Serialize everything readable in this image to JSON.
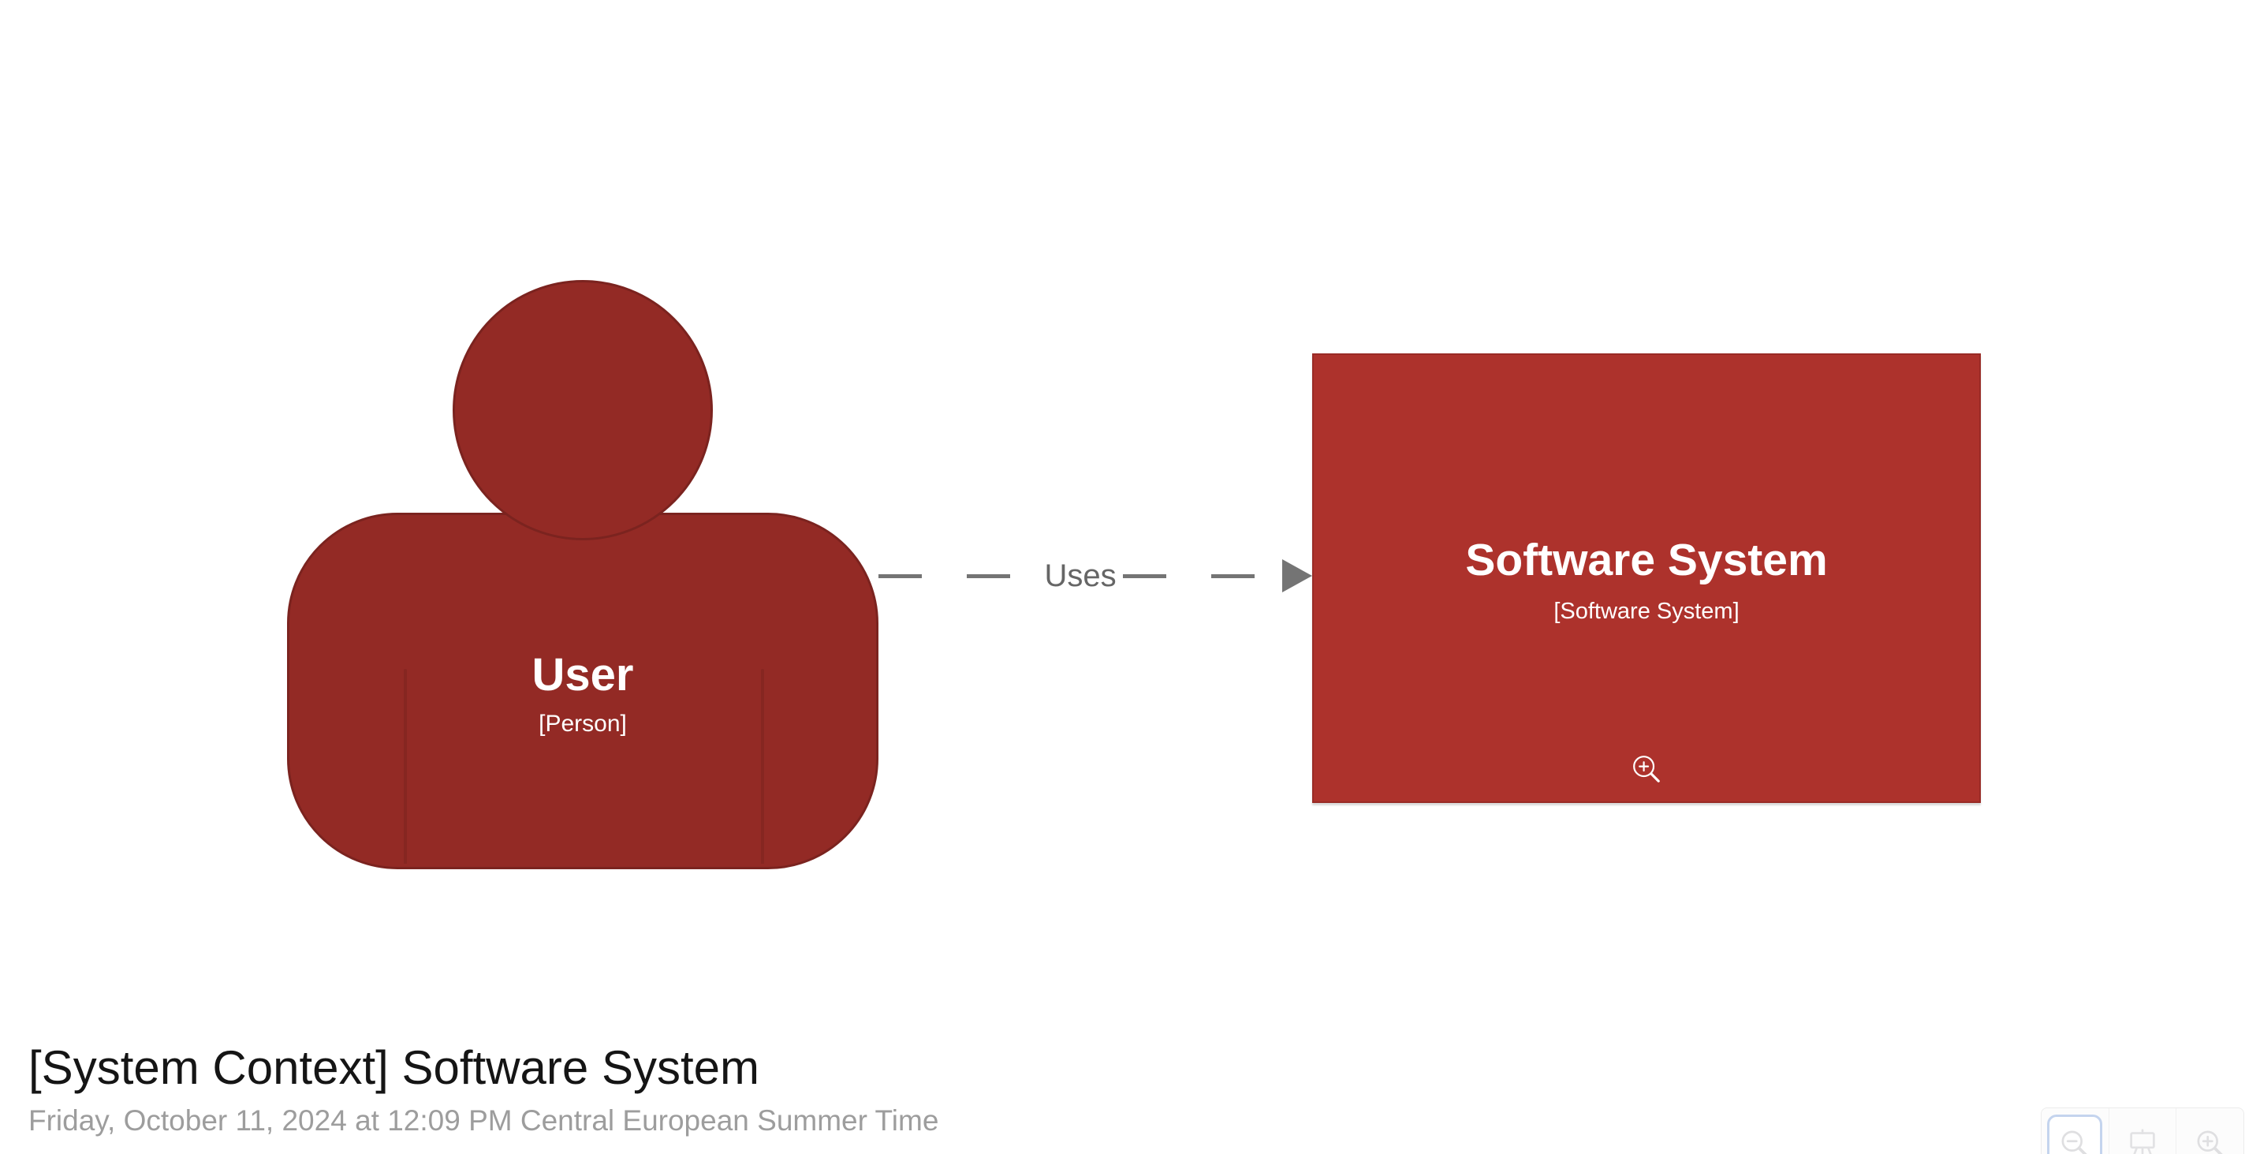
{
  "diagram": {
    "person": {
      "name": "User",
      "type_label": "[Person]"
    },
    "system": {
      "name": "Software System",
      "type_label": "[Software System]"
    },
    "relationship": {
      "label": "Uses"
    },
    "footer": {
      "title": "[System Context] Software System",
      "timestamp": "Friday, October 11, 2024 at 12:09 PM Central European Summer Time"
    },
    "colors": {
      "person_fill": "#932a25",
      "person_border": "#7b231f",
      "system_fill": "#ad322c",
      "system_border": "#992b26",
      "relationship_line": "#747474",
      "relationship_label_text": "#666666",
      "element_text": "#ffffff",
      "title_text": "#151515",
      "timestamp_text": "#9d9d9d",
      "toolbar_icon": "#dfdfe1",
      "toolbar_active_border": "#c4d4ee"
    },
    "icons": {
      "system_zoom": "magnifier-plus-icon",
      "toolbar": [
        "magnifier-minus-icon",
        "easel-icon",
        "magnifier-plus-icon"
      ]
    }
  }
}
